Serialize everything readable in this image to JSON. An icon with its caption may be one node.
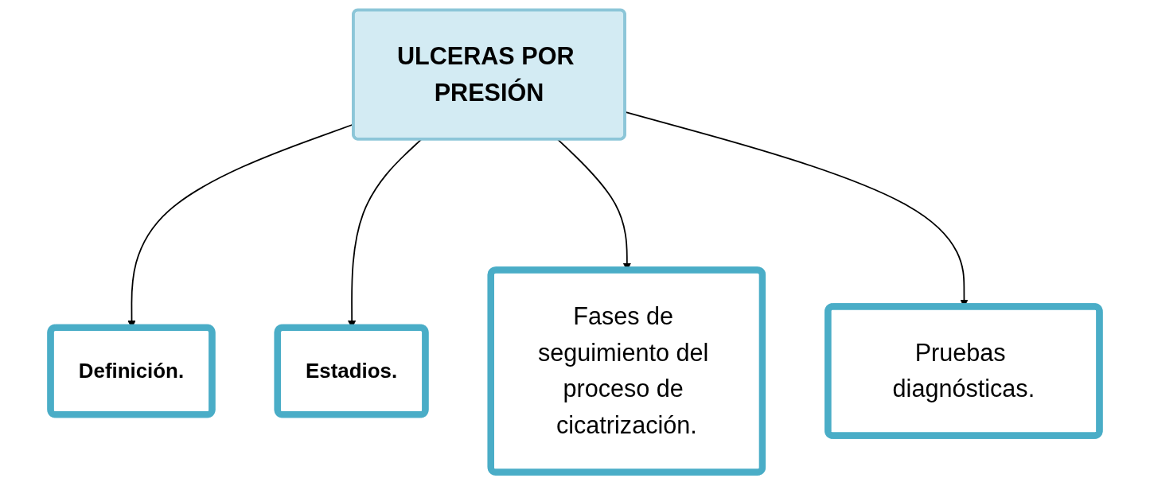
{
  "diagram": {
    "nodes": [
      {
        "text": [
          "ULCERAS POR PRESIÓN"
        ]
      },
      {
        "text": [
          "Definición."
        ]
      },
      {
        "text": [
          "Estadios."
        ]
      },
      {
        "text": [
          "Fases de seguimiento del proceso de cicatrización."
        ]
      },
      {
        "text": [
          "Pruebas diagnósticas."
        ]
      }
    ],
    "edges": [
      {
        "from": 0,
        "to": 1,
        "arrow": "to"
      },
      {
        "from": 0,
        "to": 2,
        "arrow": "to"
      },
      {
        "from": 0,
        "to": 3,
        "arrow": "to"
      },
      {
        "from": 0,
        "to": 4,
        "arrow": "to"
      }
    ]
  }
}
